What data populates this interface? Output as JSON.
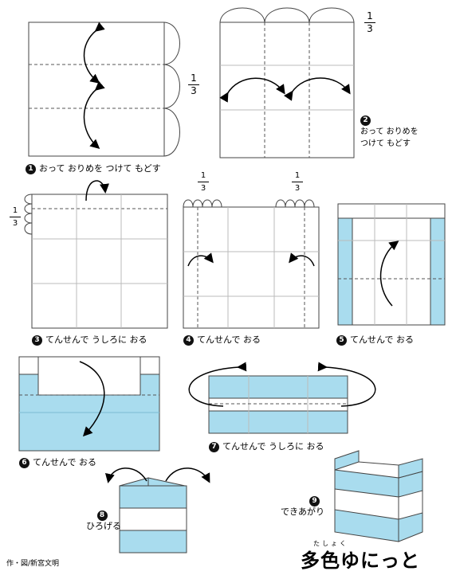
{
  "steps": [
    {
      "n": "1",
      "text": "おって おりめを つけて もどす"
    },
    {
      "n": "2",
      "line1": "おって おりめを",
      "line2": "つけて もどす"
    },
    {
      "n": "3",
      "text": "てんせんで うしろに おる"
    },
    {
      "n": "4",
      "text": "てんせんで おる"
    },
    {
      "n": "5",
      "text": "てんせんで おる"
    },
    {
      "n": "6",
      "text": "てんせんで おる"
    },
    {
      "n": "7",
      "text": "てんせんで うしろに おる"
    },
    {
      "n": "8",
      "text": "ひろげる"
    },
    {
      "n": "9",
      "text": "できあがり"
    }
  ],
  "fraction": {
    "num": "1",
    "den": "3"
  },
  "title": "多色ゆにっと",
  "title_ruby": "たしょく",
  "credit": "作・図/新宮文明",
  "colors": {
    "paper_blue": "#a9dcee",
    "line": "#333333",
    "crease": "#bbbbbb"
  }
}
